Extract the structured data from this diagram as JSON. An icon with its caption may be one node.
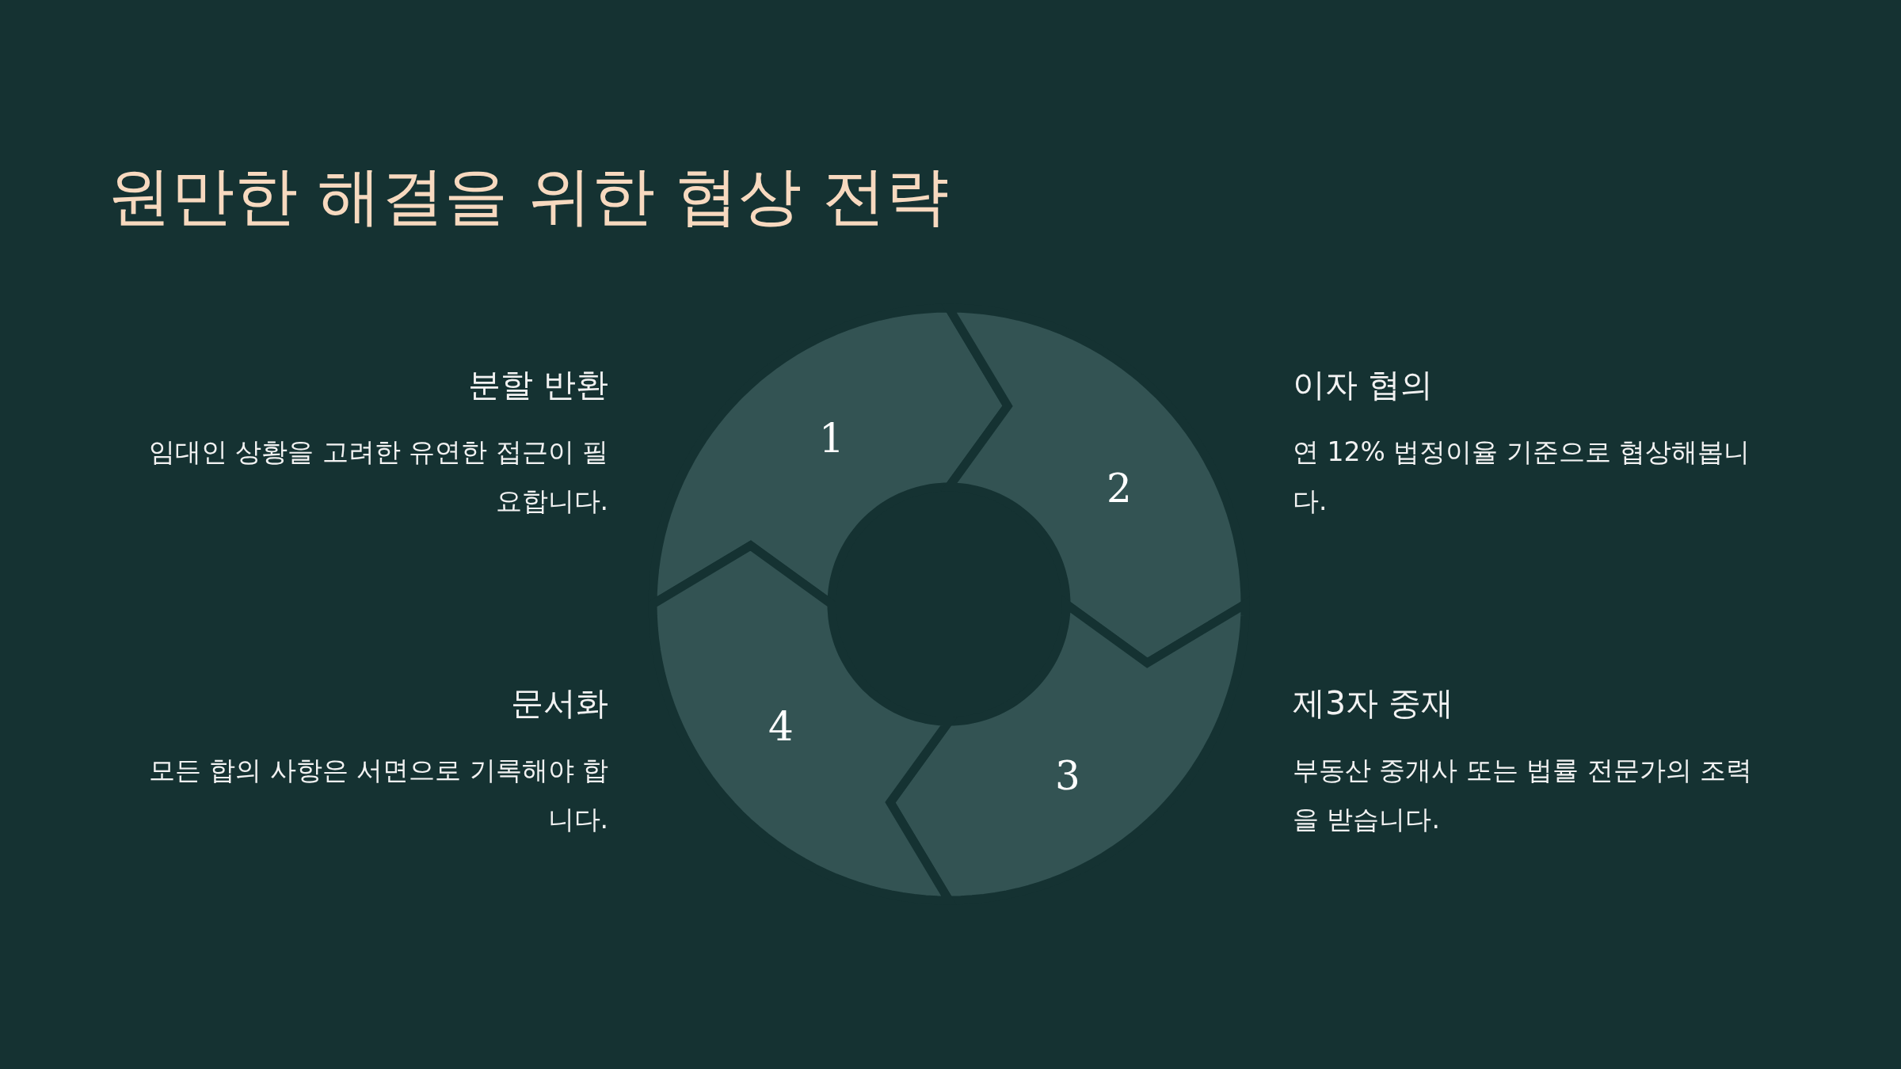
{
  "diagram": {
    "title": "원만한 해결을 위한 협상 전략",
    "nodes": [
      {
        "text": [
          "1"
        ],
        "beside": [
          "분할 반환",
          "임대인 상황을 고려한 유연한 접근이 필요합니다."
        ]
      },
      {
        "text": [
          "2"
        ],
        "beside": [
          "이자 협의",
          "연 12% 법정이율 기준으로 협상해봅니다."
        ]
      },
      {
        "text": [
          "3"
        ],
        "beside": [
          "제3자 중재",
          "부동산 중개사 또는 법률 전문가의 조력을 받습니다."
        ]
      },
      {
        "text": [
          "4"
        ],
        "beside": [
          "문서화",
          "모든 합의 사항은 서면으로 기록해야 합니다."
        ]
      }
    ],
    "edges": []
  }
}
